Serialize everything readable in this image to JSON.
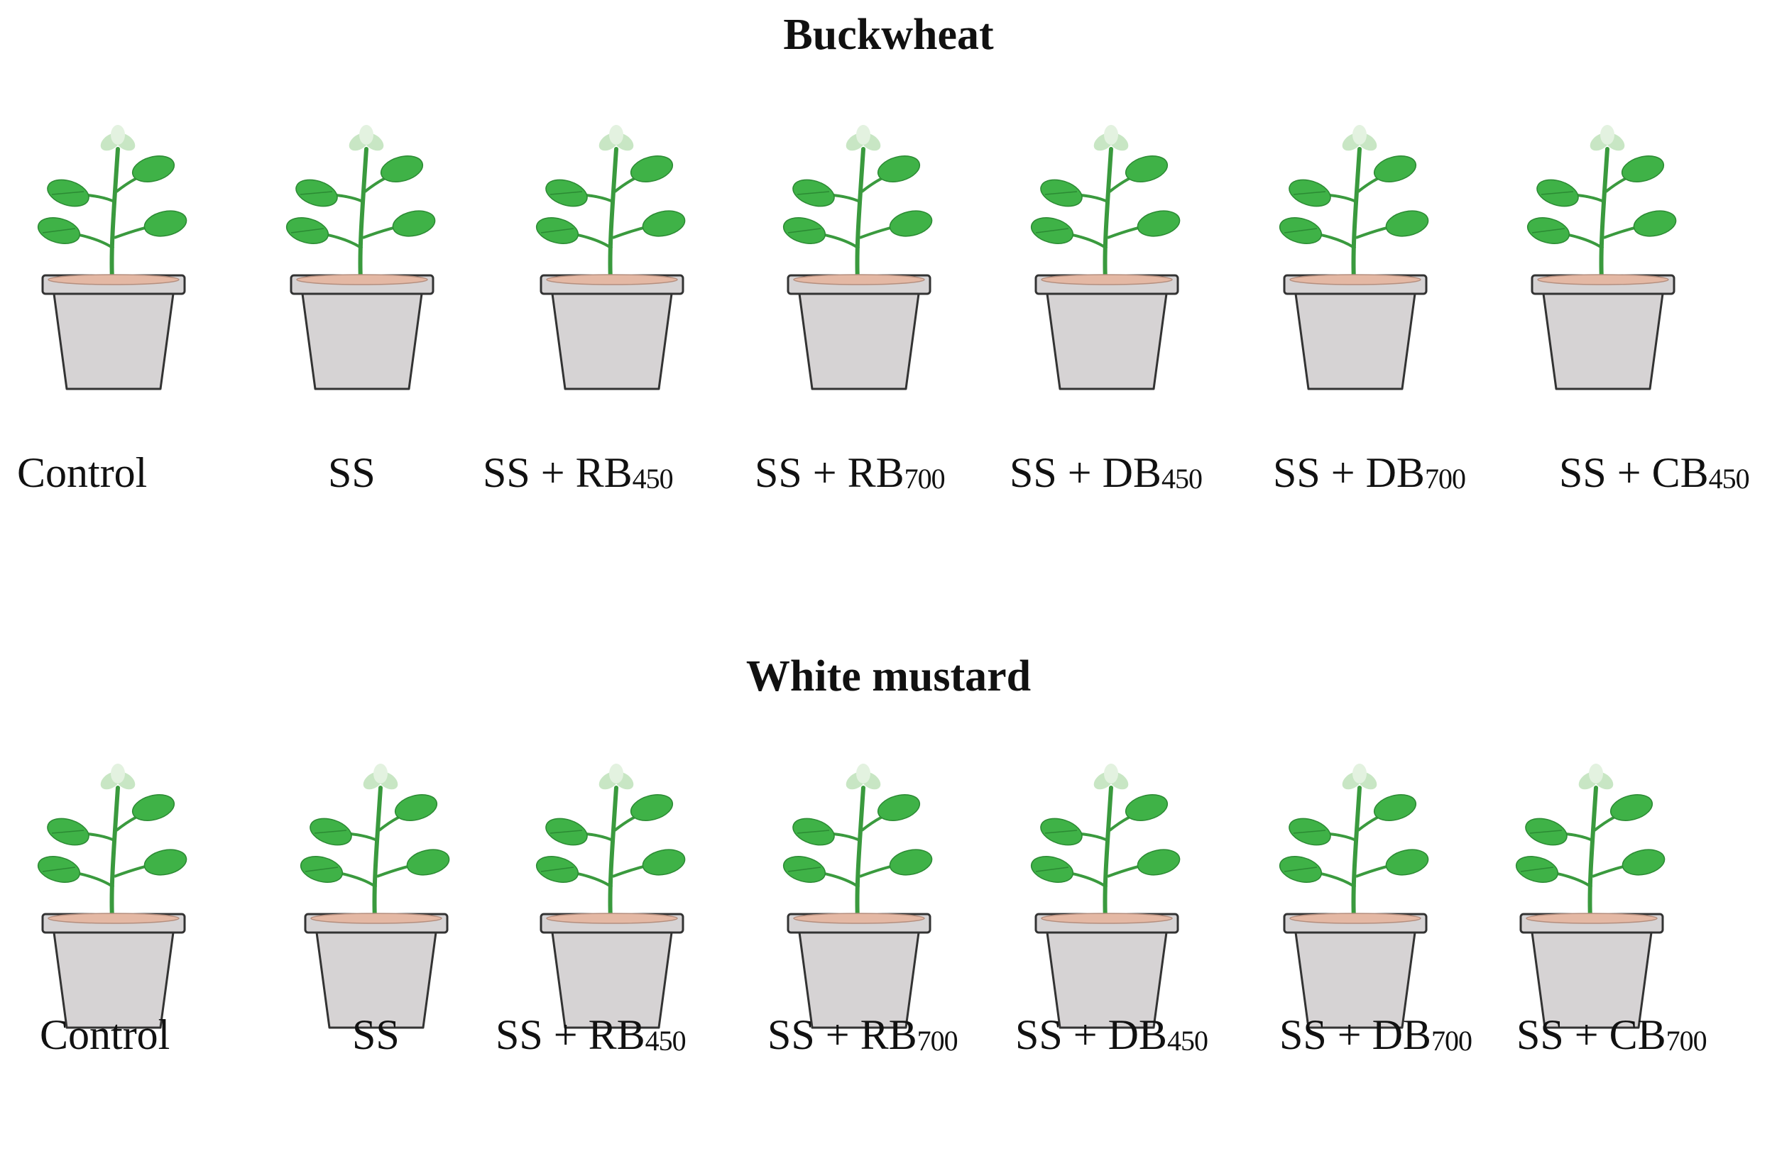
{
  "colors": {
    "leaf": "#3fb247",
    "leaf_dark": "#2b8a33",
    "stem": "#3a9a3e",
    "bud": "#c8e6c4",
    "pot": "#d6d3d4",
    "pot_stroke": "#333333",
    "soil": "#e4b8a4"
  },
  "panels": [
    {
      "title": "Buckwheat",
      "treatments": [
        {
          "main": "Control",
          "sub": ""
        },
        {
          "main": "SS",
          "sub": ""
        },
        {
          "main": "SS + RB",
          "sub": "450"
        },
        {
          "main": "SS + RB",
          "sub": "700"
        },
        {
          "main": "SS + DB",
          "sub": "450"
        },
        {
          "main": "SS + DB",
          "sub": "700"
        },
        {
          "main": "SS + CB",
          "sub": "450"
        }
      ]
    },
    {
      "title": "White mustard",
      "treatments": [
        {
          "main": "Control",
          "sub": ""
        },
        {
          "main": "SS",
          "sub": ""
        },
        {
          "main": "SS + RB",
          "sub": "450"
        },
        {
          "main": "SS + RB",
          "sub": "700"
        },
        {
          "main": "SS + DB",
          "sub": "450"
        },
        {
          "main": "SS + DB",
          "sub": "700"
        },
        {
          "main": "SS + CB",
          "sub": "700"
        }
      ]
    }
  ]
}
